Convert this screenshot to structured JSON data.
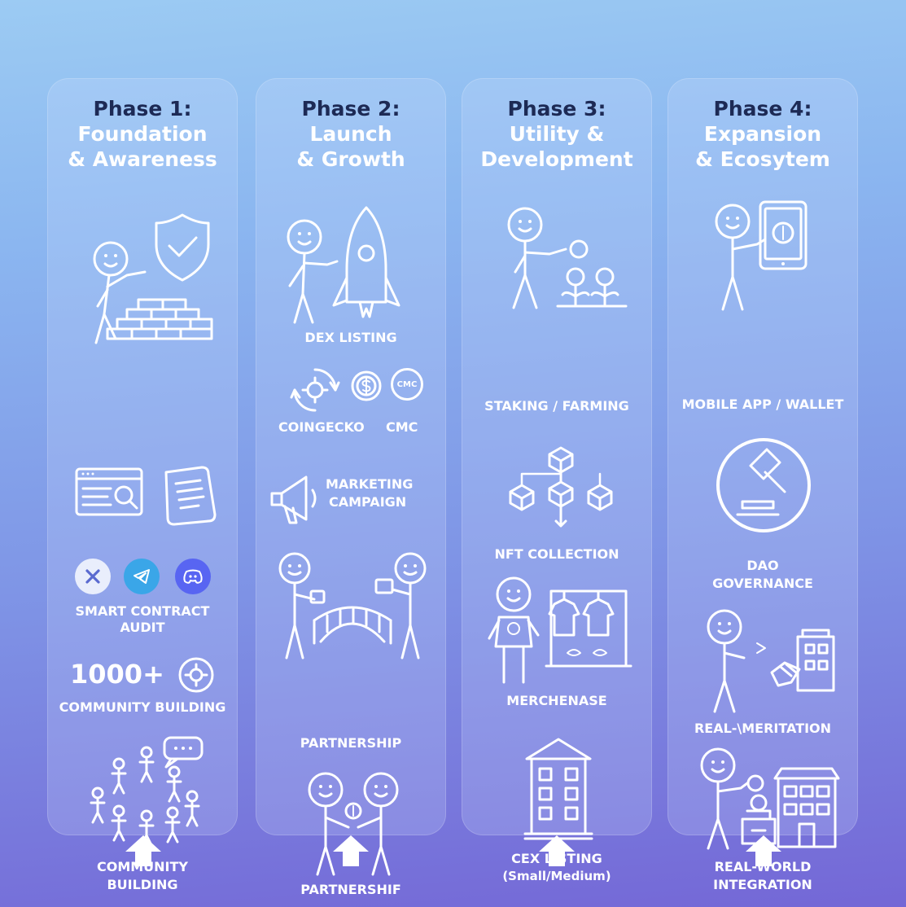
{
  "phases": [
    {
      "line1": "Phase 1:",
      "line2": "Foundation",
      "line3": "& Awareness",
      "items": [
        "SMART CONTRACT",
        "AUDIT",
        "1000+",
        "COMMUNITY BUILDING",
        "COMMUNITY",
        "BUILDING"
      ]
    },
    {
      "line1": "Phase 2:",
      "line2": "Launch",
      "line3": "& Growth",
      "items": [
        "DEX LISTING",
        "COINGECKO",
        "CMC",
        "CMC",
        "MARKETING",
        "CAMPAIGN",
        "PARTNERSHIP",
        "PARTNERSHIF"
      ]
    },
    {
      "line1": "Phase 3:",
      "line2": "Utility &",
      "line3": "Development",
      "items": [
        "STAKING / FARMING",
        "NFT COLLECTION",
        "MERCHENASE",
        "CEX LISTING",
        "(Small/Medium)"
      ]
    },
    {
      "line1": "Phase 4:",
      "line2": "Expansion",
      "line3": "& Ecosytem",
      "items": [
        "MOBILE APP / WALLET",
        "DAO",
        "GOVERNANCE",
        "REAL-\\MERITATION",
        "REAL-WORLD",
        "INTEGRATION"
      ]
    }
  ],
  "icons": {
    "social": [
      "x-icon",
      "telegram-icon",
      "discord-icon"
    ],
    "colors": {
      "x": "#e9eefc",
      "telegram": "#3aa6e8",
      "discord": "#5865f2"
    }
  }
}
